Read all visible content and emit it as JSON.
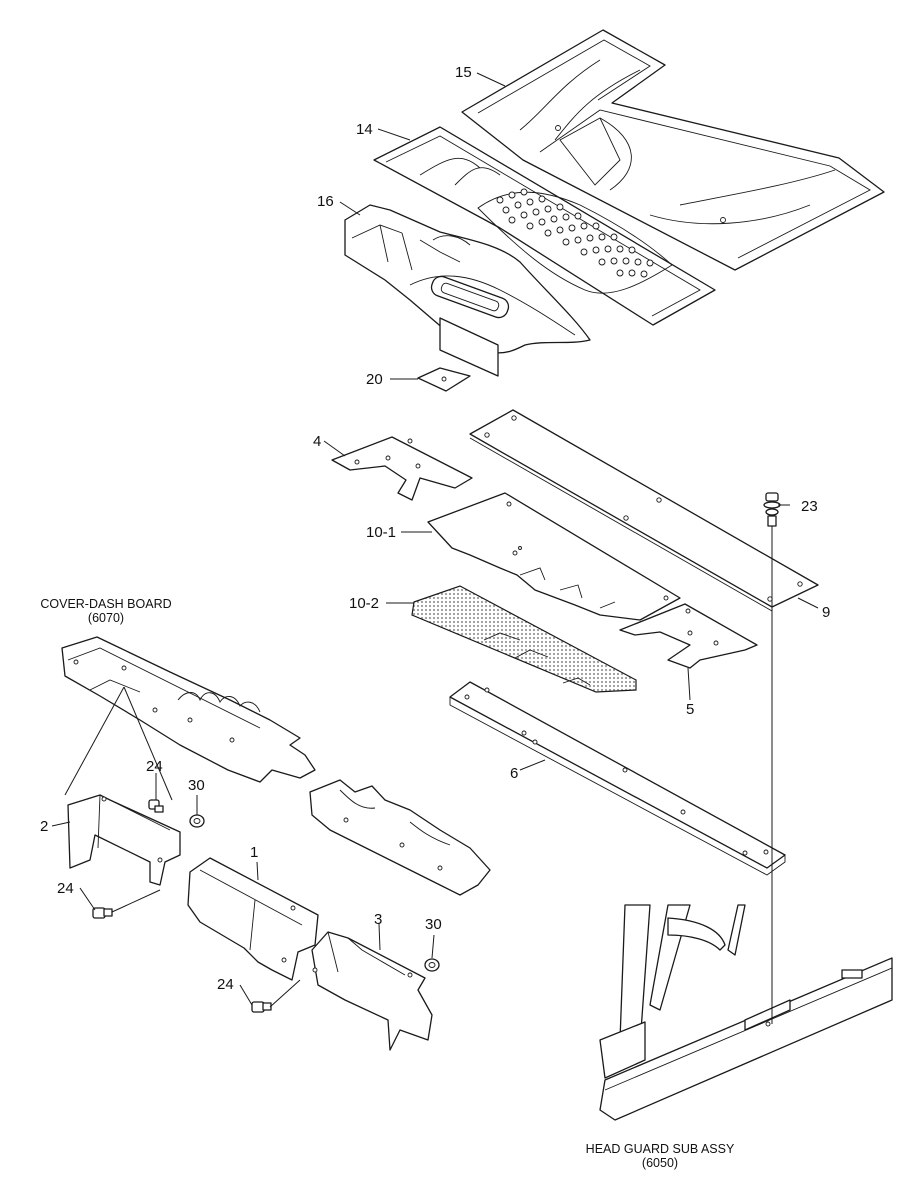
{
  "colors": {
    "line": "#1a1a1a",
    "background": "#ffffff",
    "mesh": "#bdbdbd"
  },
  "callouts": {
    "c15": "15",
    "c14": "14",
    "c16": "16",
    "c20": "20",
    "c4": "4",
    "c23": "23",
    "c10_1": "10-1",
    "c10_2": "10-2",
    "c9": "9",
    "c5": "5",
    "c6": "6",
    "c24a": "24",
    "c30a": "30",
    "c2": "2",
    "c1": "1",
    "c24b": "24",
    "c3": "3",
    "c30b": "30",
    "c24c": "24"
  },
  "captions": {
    "cover_dash_board": "COVER-DASH BOARD",
    "cover_dash_board_code": "(6070)",
    "head_guard": "HEAD GUARD SUB ASSY",
    "head_guard_code": "(6050)"
  }
}
